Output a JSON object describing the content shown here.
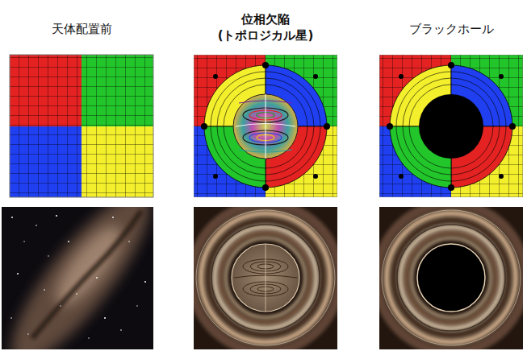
{
  "diagram": {
    "labels": [
      "天体配置前",
      "位相欠陥 (トポロジカル星)",
      "ブラックホール"
    ]
  }
}
